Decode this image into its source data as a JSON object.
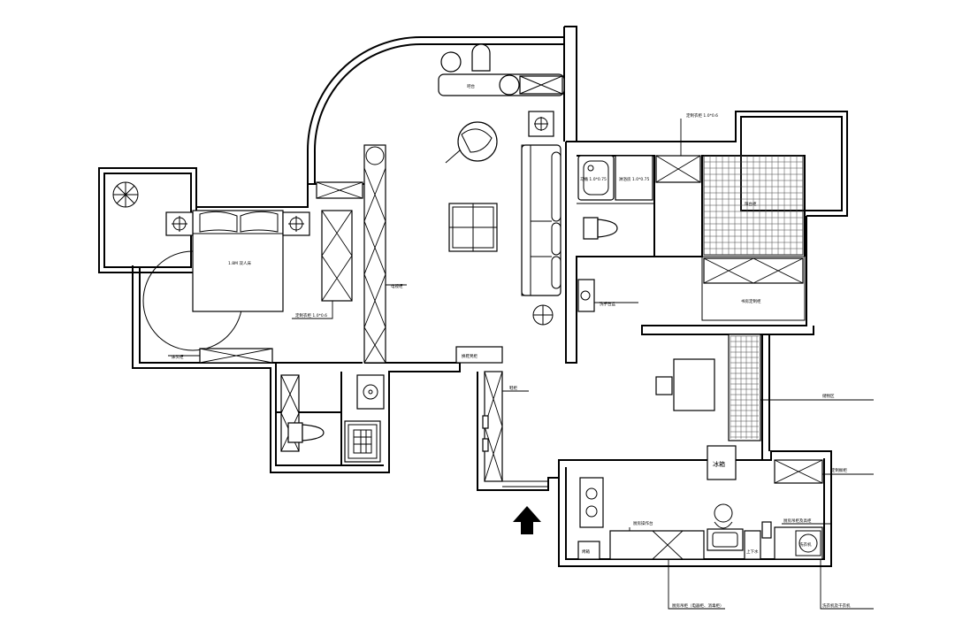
{
  "floor_plan": {
    "labels": {
      "bar_counter": "吧台",
      "bed": "1.8M 双人床",
      "wardrobe_top": "定制衣柜 1.0*0.6",
      "bath_dim_1": "马桶 1.0*0.75",
      "bath_dim_2": "淋浴房 1.0*0.75",
      "balcony_cabinet": "阳台柜",
      "tv_cabinet": "电视柜",
      "wardrobe_bedroom": "定制衣柜 1.0*0.6",
      "bedside_cabinet": "床头柜",
      "wash_basin": "洗手台盆",
      "wall_cabinet": "鞋柜",
      "shoe_cabinet": "换鞋凳柜",
      "entry_cabinet": "鞋柜",
      "study_cabinet": "书房定制柜",
      "storage": "储物区",
      "fridge": "冰箱",
      "kitchen_cabinet_right": "定制橱柜",
      "kitchen_counter": "厨房操作台",
      "kitchen_tall": "厨房吊柜及高柜",
      "kitchen_bottom": "厨房吊柜（电器柜、消毒柜）",
      "oven": "烤箱",
      "sink": "上下水",
      "washer": "洗衣机及干衣机",
      "washer_unit": "洗衣机"
    }
  }
}
